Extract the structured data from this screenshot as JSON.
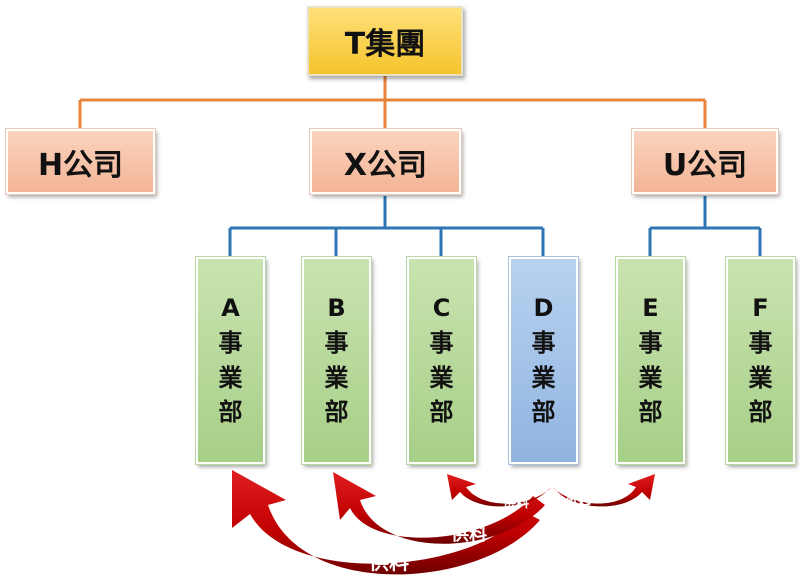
{
  "group": {
    "label": "T集團"
  },
  "companies": [
    {
      "label": "H公司"
    },
    {
      "label": "X公司"
    },
    {
      "label": "U公司"
    }
  ],
  "divisions": [
    {
      "letter": "A",
      "c1": "事",
      "c2": "業",
      "c3": "部"
    },
    {
      "letter": "B",
      "c1": "事",
      "c2": "業",
      "c3": "部"
    },
    {
      "letter": "C",
      "c1": "事",
      "c2": "業",
      "c3": "部"
    },
    {
      "letter": "D",
      "c1": "事",
      "c2": "業",
      "c3": "部"
    },
    {
      "letter": "E",
      "c1": "事",
      "c2": "業",
      "c3": "部"
    },
    {
      "letter": "F",
      "c1": "事",
      "c2": "業",
      "c3": "部"
    }
  ],
  "flows": [
    {
      "label": "供料"
    },
    {
      "label": "供料"
    },
    {
      "label": "供料"
    },
    {
      "label": "供料"
    }
  ],
  "colors": {
    "group_connector": "#e8833a",
    "division_connector": "#2e75b6",
    "arrow": "#c00000",
    "arrow_dark": "#7a0000"
  }
}
